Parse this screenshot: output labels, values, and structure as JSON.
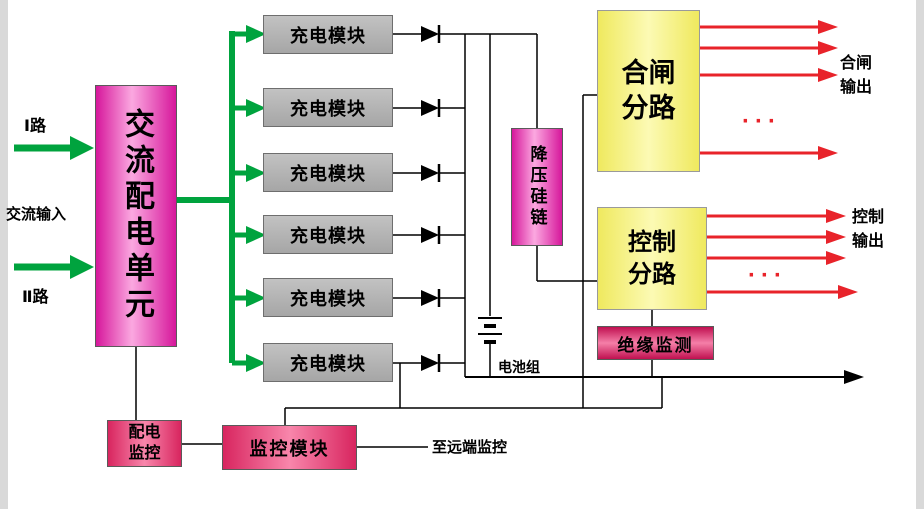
{
  "blocks": {
    "ac_distribution_unit": "交流配电单元",
    "charge_modules": [
      "充电模块",
      "充电模块",
      "充电模块",
      "充电模块",
      "充电模块",
      "充电模块"
    ],
    "step_down_silicon_chain": "降压硅链",
    "closing_branch": "合闸分路",
    "control_branch": "控制分路",
    "insulation_monitor": "绝缘监测",
    "distribution_monitor": "配电监控",
    "monitor_module": "监控模块"
  },
  "labels": {
    "path_1": "Ⅰ路",
    "path_2": "Ⅱ路",
    "ac_input": "交流输入",
    "battery_group": "电池组",
    "to_remote_monitoring": "至远端监控",
    "closing_output": "合闸输出",
    "control_output": "控制输出",
    "ellipsis_closing": "···",
    "ellipsis_control": "···"
  },
  "colors": {
    "green_line": "#00a33e",
    "red_arrow": "#e8232a",
    "magenta_block": "#d6179b",
    "yellow_block": "#f2ec6e",
    "gray_block": "#b3b3b3",
    "red_pink_block": "#d8255f",
    "wire": "#000000"
  }
}
